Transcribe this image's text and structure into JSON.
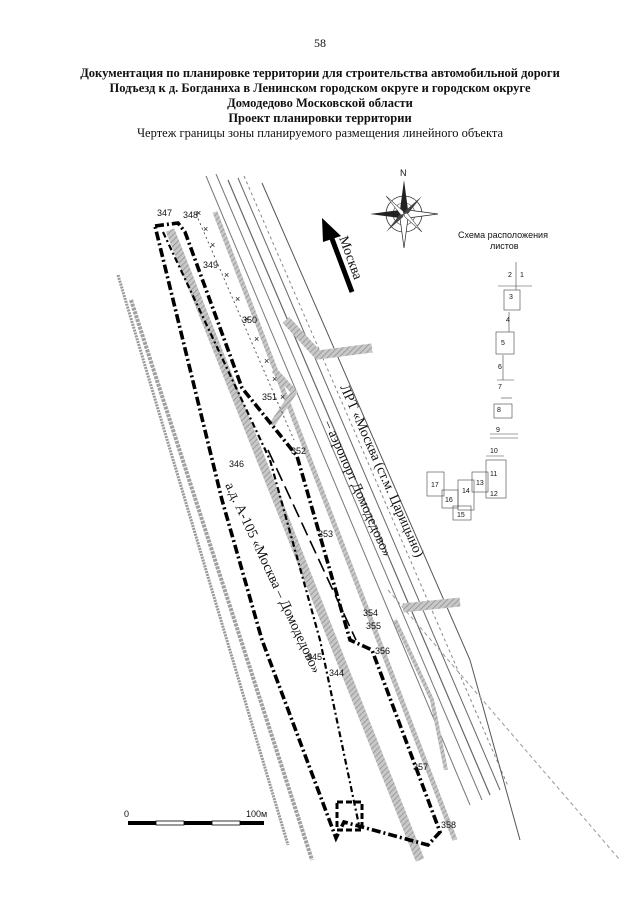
{
  "page_number": "58",
  "header": {
    "line1": "Документация по планировке территории для строительства автомобильной дороги",
    "line2": "Подъезд к д. Богданиха в Ленинском городском округе и городском округе",
    "line3": "Домодедово Московской области",
    "line4": "Проект планировки территории",
    "line5": "Чертеж границы зоны планируемого размещения линейного объекта"
  },
  "compass": {
    "north_label": "N"
  },
  "direction_label": "Москва",
  "railway_label_1": "ЛРТ «Москва (ст.м. Царицыно)",
  "railway_label_2": "– аэропорт Домодедово»",
  "road_label": "а.д. А-105 «Москва – Домодедово»",
  "points": {
    "p344": "344",
    "p345": "345",
    "p346": "346",
    "p347": "347",
    "p348": "348",
    "p349": "349",
    "p350": "350",
    "p351": "351",
    "p352": "352",
    "p353": "353",
    "p354": "354",
    "p355": "355",
    "p356": "356",
    "p357": "357",
    "p358": "358"
  },
  "scale_bar": {
    "start": "0",
    "end": "100м"
  },
  "sheet_scheme": {
    "title_line1": "Схема расположения",
    "title_line2": "листов",
    "sheets": {
      "s1": "1",
      "s2": "2",
      "s3": "3",
      "s4": "4",
      "s5": "5",
      "s6": "6",
      "s7": "7",
      "s8": "8",
      "s9": "9",
      "s10": "10",
      "s11": "11",
      "s12": "12",
      "s13": "13",
      "s14": "14",
      "s15": "15",
      "s16": "16",
      "s17": "17"
    }
  }
}
